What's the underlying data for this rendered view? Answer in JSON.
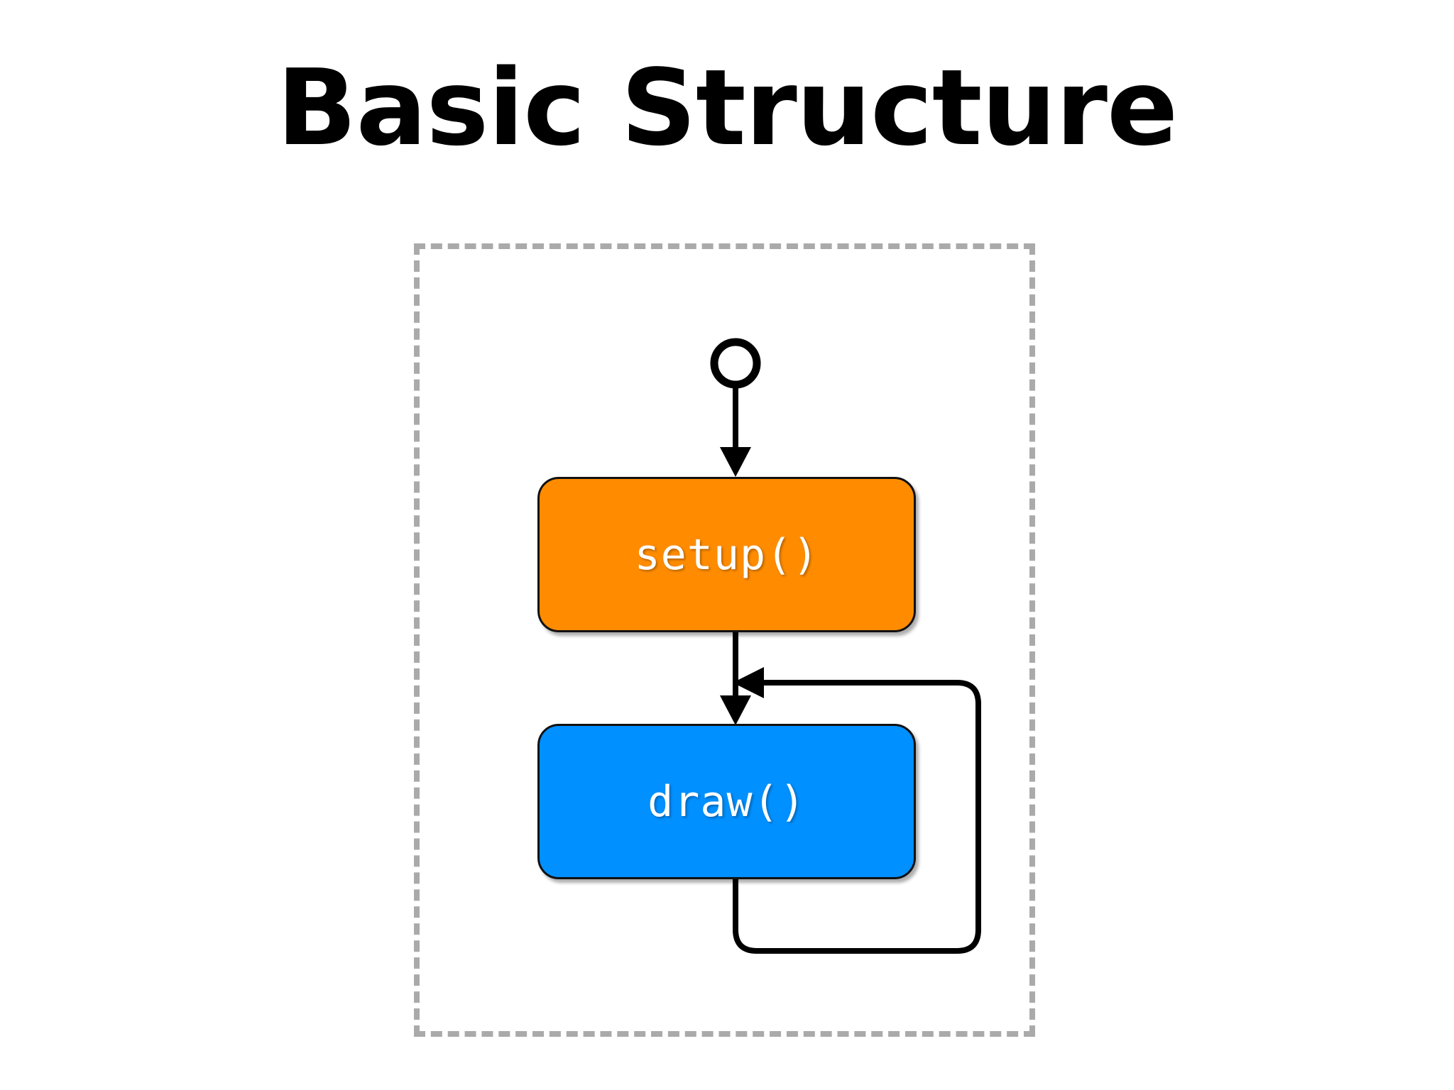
{
  "slide": {
    "title": "Basic Structure",
    "background_color": "#ffffff"
  },
  "diagram": {
    "type": "flowchart",
    "scope_container": {
      "name": "sketch-scope",
      "style": "dashed",
      "border_color": "#aaaaaa"
    },
    "nodes": [
      {
        "id": "start",
        "shape": "circle",
        "label": "",
        "fill": "#ffffff",
        "stroke": "#000000"
      },
      {
        "id": "setup",
        "shape": "rounded-rectangle",
        "label": "setup()",
        "fill": "#ff8c00",
        "stroke": "#111111",
        "text_color": "#ffffff"
      },
      {
        "id": "draw",
        "shape": "rounded-rectangle",
        "label": "draw()",
        "fill": "#0090ff",
        "stroke": "#111111",
        "text_color": "#ffffff"
      }
    ],
    "edges": [
      {
        "id": "start-to-setup",
        "from": "start",
        "to": "setup",
        "arrow": true
      },
      {
        "id": "setup-to-draw",
        "from": "setup",
        "to": "draw",
        "arrow": true
      },
      {
        "id": "draw-loop-back",
        "from": "draw",
        "to": "draw",
        "arrow": true,
        "kind": "loop"
      }
    ]
  }
}
